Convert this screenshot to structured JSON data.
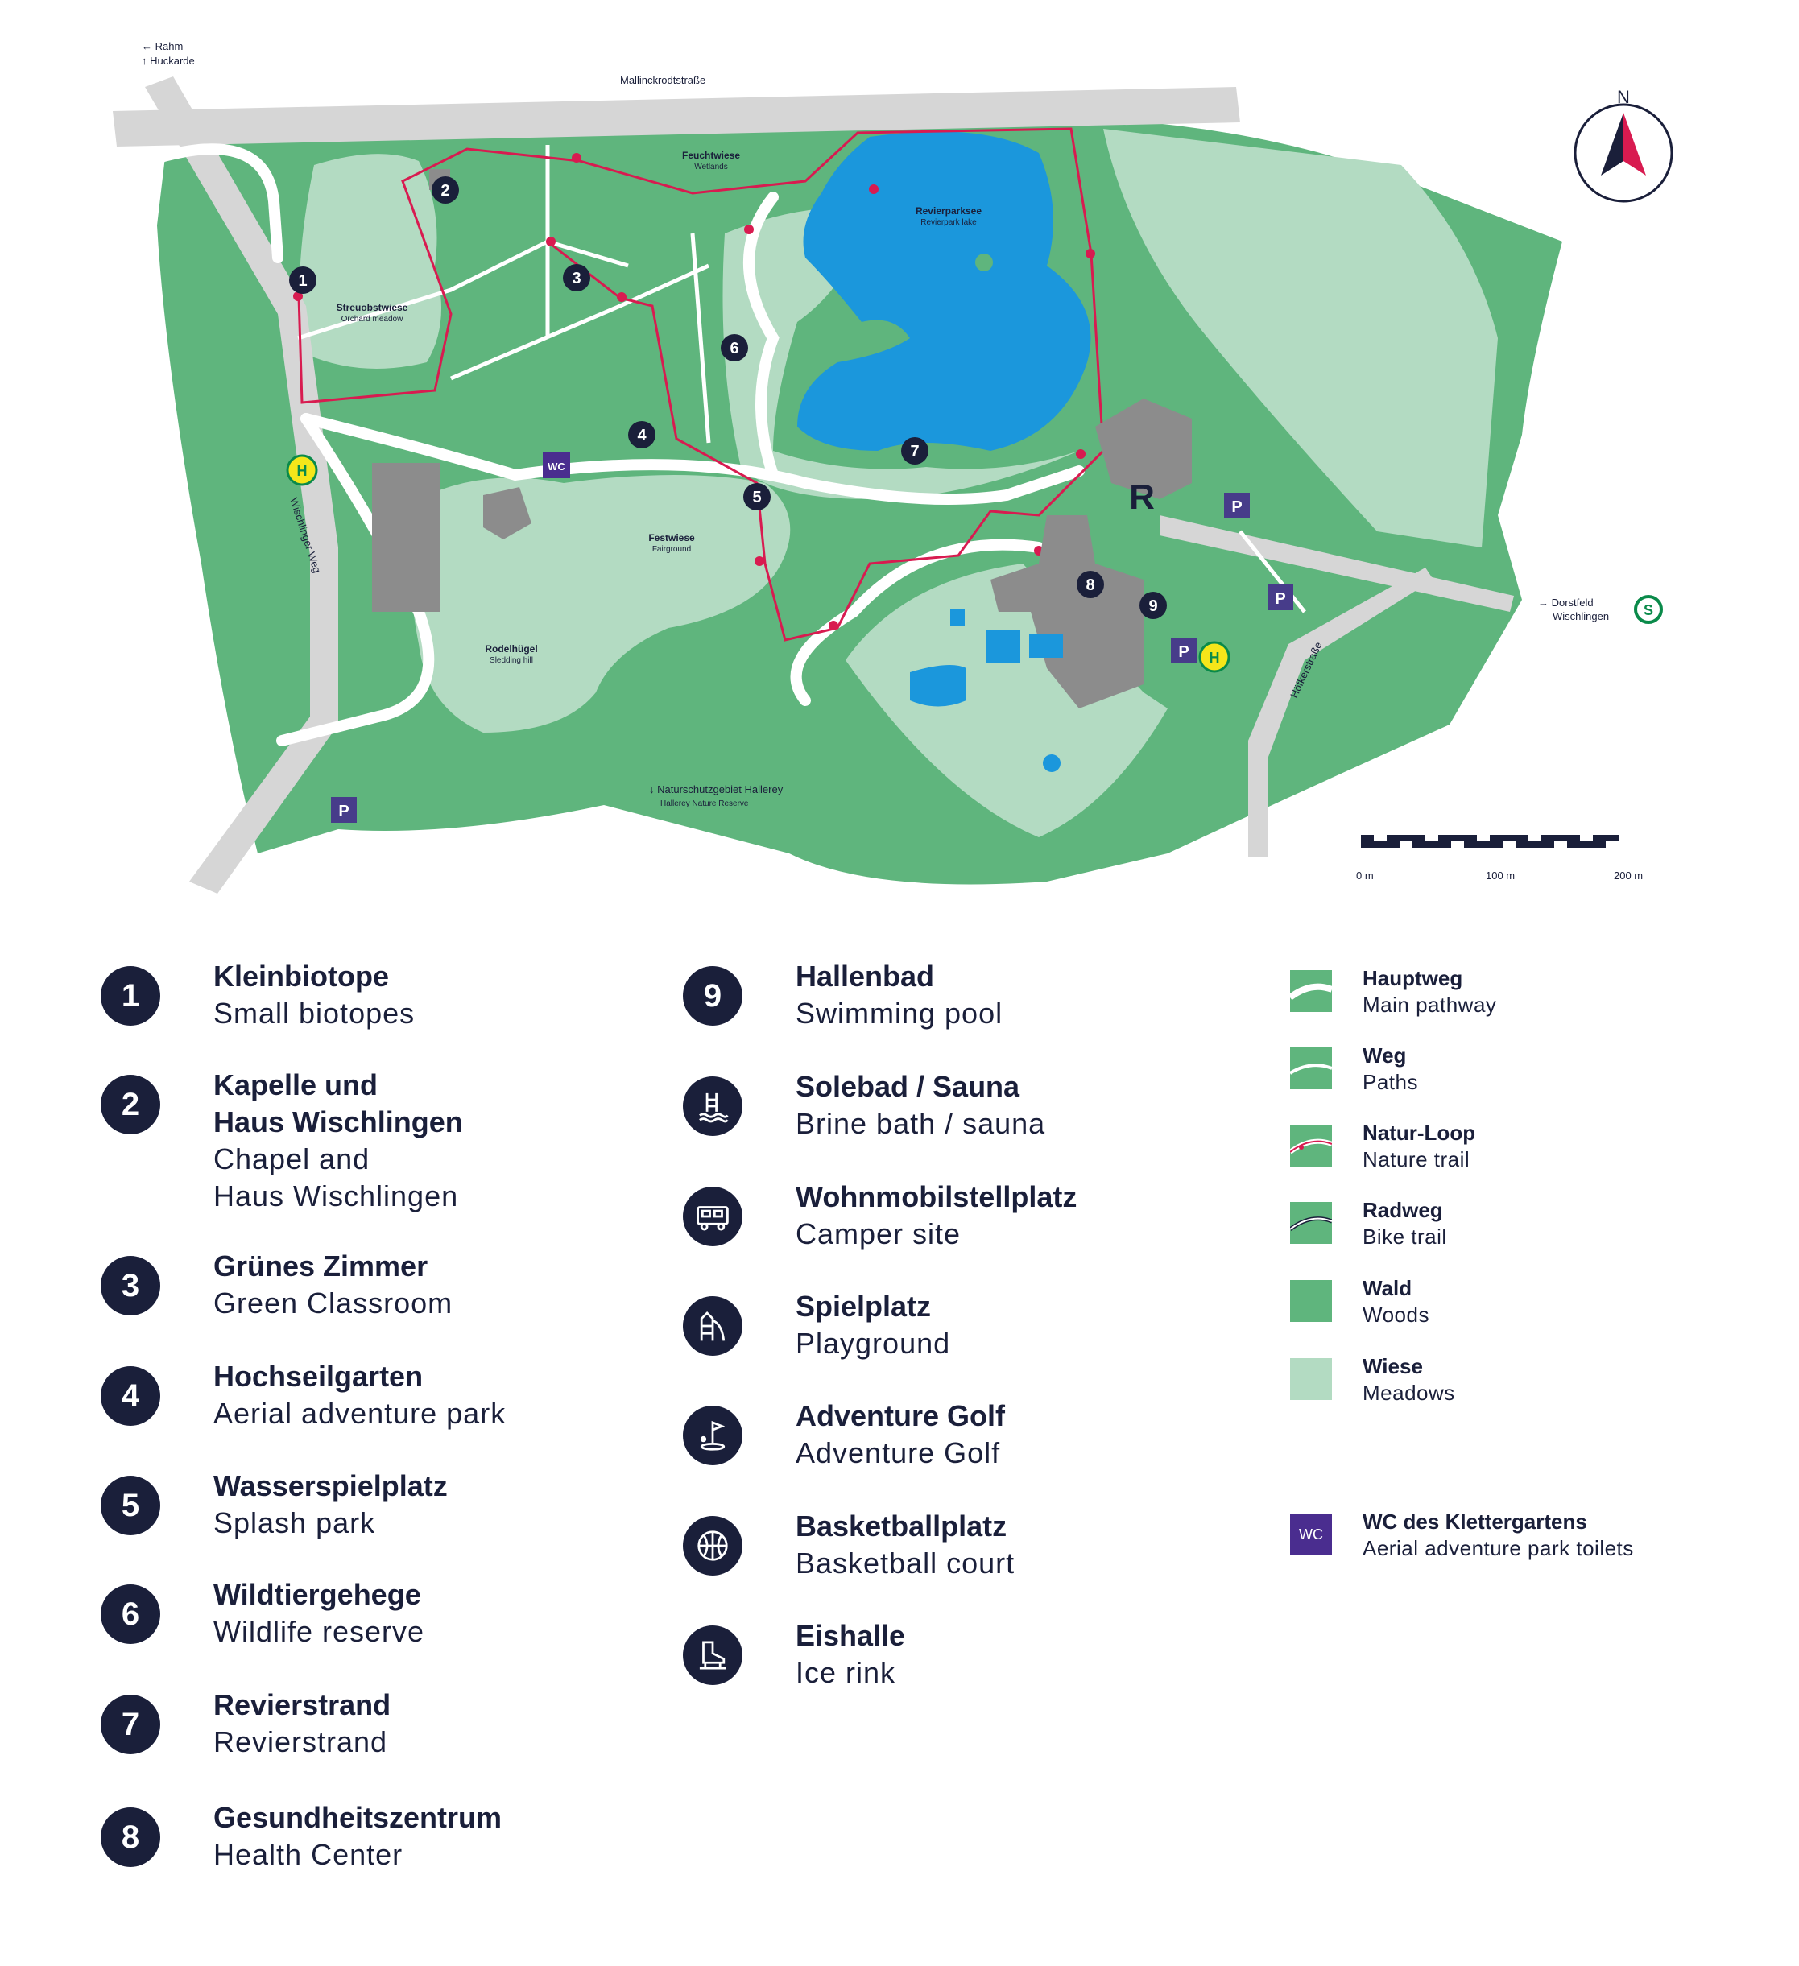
{
  "map": {
    "street_north": "Mallinckrodtstraße",
    "street_west": "Wischlinger Weg",
    "street_east": "Höfkerstraße",
    "dir_rahm": "← Rahm",
    "dir_huckarde": "↑ Huckarde",
    "dir_dorstfeld_1": "→ Dorstfeld",
    "dir_dorstfeld_2": "Wischlingen",
    "dir_nature_1": "↓ Naturschutzgebiet Hallerey",
    "dir_nature_2": "Hallerey Nature Reserve",
    "compass": "N",
    "scale": [
      "0 m",
      "100 m",
      "200 m"
    ],
    "areas": [
      {
        "de": "Feuchtwiese",
        "en": "Wetlands"
      },
      {
        "de": "Revierparksee",
        "en": "Revierpark lake"
      },
      {
        "de": "Streuobstwiese",
        "en": "Orchard meadow"
      },
      {
        "de": "Festwiese",
        "en": "Fairground"
      },
      {
        "de": "Rodelhügel",
        "en": "Sledding hill"
      }
    ],
    "markers": [
      "1",
      "2",
      "3",
      "4",
      "5",
      "6",
      "7",
      "8",
      "9"
    ],
    "parking_label": "P",
    "bus_label": "H",
    "train_label": "S",
    "reception_label": "R",
    "wc_label": "WC"
  },
  "legend": {
    "numbered": [
      {
        "num": "1",
        "de": "Kleinbiotope",
        "en": "Small biotopes"
      },
      {
        "num": "2",
        "de": "Kapelle und\nHaus Wischlingen",
        "en": "Chapel and\nHaus Wischlingen"
      },
      {
        "num": "3",
        "de": "Grünes Zimmer",
        "en": "Green Classroom"
      },
      {
        "num": "4",
        "de": "Hochseilgarten",
        "en": "Aerial adventure park"
      },
      {
        "num": "5",
        "de": "Wasserspielplatz",
        "en": "Splash park"
      },
      {
        "num": "6",
        "de": "Wildtiergehege",
        "en": "Wildlife reserve"
      },
      {
        "num": "7",
        "de": "Revierstrand",
        "en": "Revierstrand"
      },
      {
        "num": "8",
        "de": "Gesundheitszentrum",
        "en": "Health Center"
      }
    ],
    "facilities": [
      {
        "num": "9",
        "icon": "",
        "de": "Hallenbad",
        "en": "Swimming pool"
      },
      {
        "num": "",
        "icon": "brine-bath-icon",
        "de": "Solebad / Sauna",
        "en": "Brine bath / sauna"
      },
      {
        "num": "",
        "icon": "camper-icon",
        "de": "Wohnmobilstellplatz",
        "en": "Camper site"
      },
      {
        "num": "",
        "icon": "playground-icon",
        "de": "Spielplatz",
        "en": "Playground"
      },
      {
        "num": "",
        "icon": "golf-icon",
        "de": "Adventure Golf",
        "en": "Adventure Golf"
      },
      {
        "num": "",
        "icon": "basketball-icon",
        "de": "Basketballplatz",
        "en": "Basketball court"
      },
      {
        "num": "",
        "icon": "ice-skate-icon",
        "de": "Eishalle",
        "en": "Ice rink"
      }
    ],
    "keys": [
      {
        "id": "main-path",
        "de": "Hauptweg",
        "en": "Main pathway"
      },
      {
        "id": "path",
        "de": "Weg",
        "en": "Paths"
      },
      {
        "id": "nature-trail",
        "de": "Natur-Loop",
        "en": "Nature trail"
      },
      {
        "id": "bike-trail",
        "de": "Radweg",
        "en": "Bike trail"
      },
      {
        "id": "woods",
        "de": "Wald",
        "en": "Woods"
      },
      {
        "id": "meadows",
        "de": "Wiese",
        "en": "Meadows"
      }
    ],
    "wc_key": {
      "de": "WC des Klettergartens",
      "en": "Aerial adventure park toilets"
    }
  },
  "colors": {
    "woods": "#5fb57d",
    "meadow": "#b3dbc2",
    "water": "#1b97dc",
    "building": "#8c8c8c",
    "path": "#ffffff",
    "road": "#d6d6d6",
    "trail": "#d81b50",
    "navy": "#1a1f3a",
    "wc": "#4a2d8f",
    "parking": "#473c8a",
    "bus": "#f5e61a",
    "train": "#0a8a4a"
  }
}
